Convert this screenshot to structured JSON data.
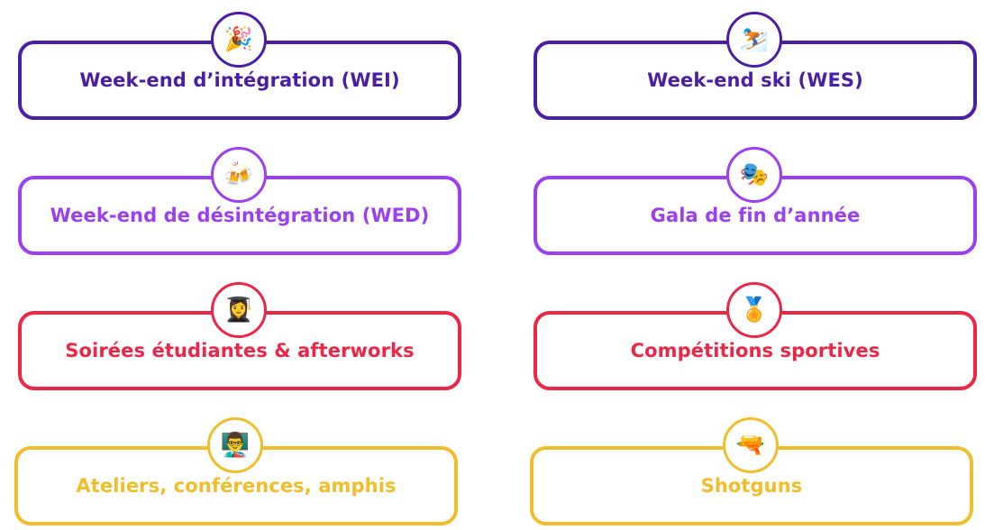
{
  "colors": {
    "row1": "#4b1ea6",
    "row2": "#9b3ff0",
    "row3": "#ee2645",
    "row4": "#f2bd2a"
  },
  "cards": [
    {
      "label": "Week-end d’intégration (WEI)",
      "icon": "🎉",
      "icon_name": "party-popper-icon"
    },
    {
      "label": "Week-end ski (WES)",
      "icon": "⛷️",
      "icon_name": "skier-icon"
    },
    {
      "label": "Week-end de désintégration (WED)",
      "icon": "🍻",
      "icon_name": "beer-mugs-icon"
    },
    {
      "label": "Gala de fin d’année",
      "icon": "🎭",
      "icon_name": "theater-masks-icon"
    },
    {
      "label": "Soirées étudiantes & afterworks",
      "icon": "👩‍🎓",
      "icon_name": "student-icon"
    },
    {
      "label": "Compétitions sportives",
      "icon": "🏅",
      "icon_name": "medal-icon"
    },
    {
      "label": "Ateliers, conférences, amphis",
      "icon": "👨‍🏫",
      "icon_name": "teacher-icon"
    },
    {
      "label": "Shotguns",
      "icon": "🔫",
      "icon_name": "water-pistol-icon"
    }
  ]
}
